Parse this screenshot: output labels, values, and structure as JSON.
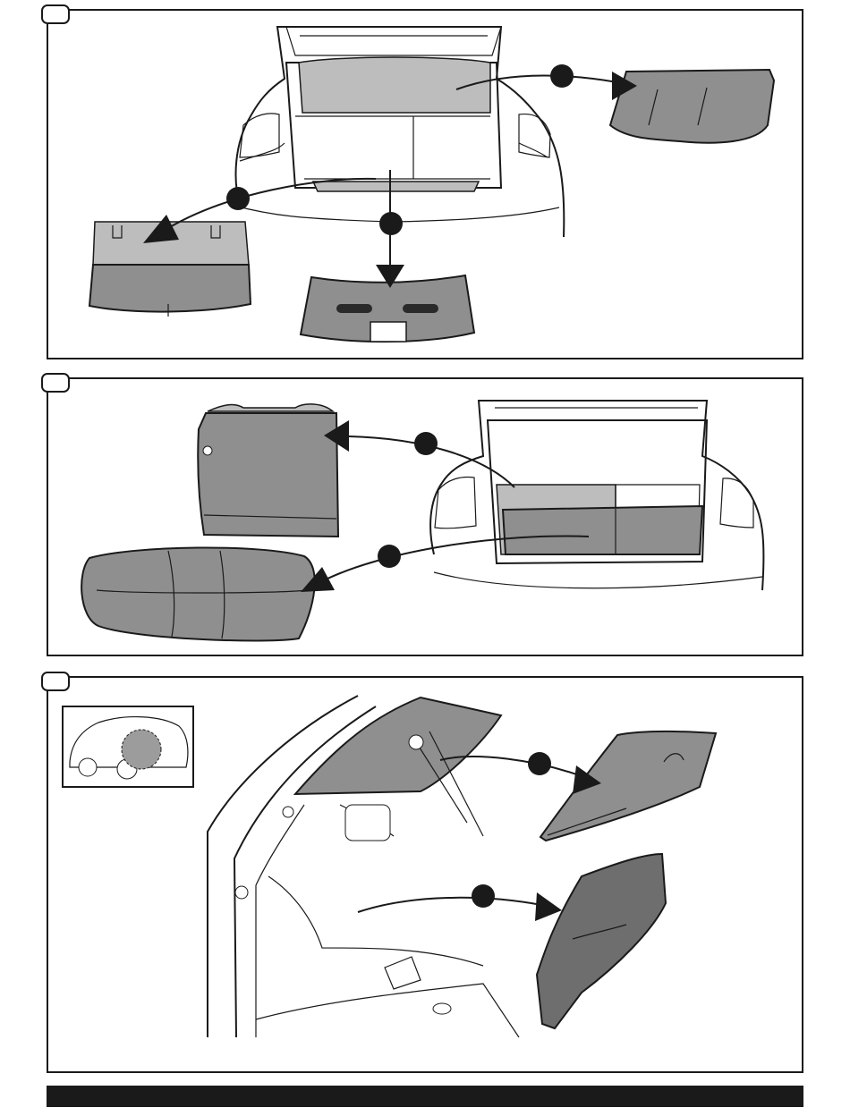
{
  "colors": {
    "ink": "#1a1a1a",
    "part_fill": "#8f8f8f",
    "part_light": "#bdbdbd",
    "paper": "#ffffff"
  },
  "panels": [
    {
      "id": "step-1",
      "tab_label": "",
      "parts": [
        "parcel-shelf",
        "floor-board",
        "sill-trim"
      ]
    },
    {
      "id": "step-2",
      "tab_label": "",
      "parts": [
        "seat-backrest",
        "seat-cushion"
      ]
    },
    {
      "id": "step-3",
      "tab_label": "",
      "parts": [
        "upper-side-trim",
        "lower-side-trim"
      ],
      "has_inset_car": true
    }
  ]
}
